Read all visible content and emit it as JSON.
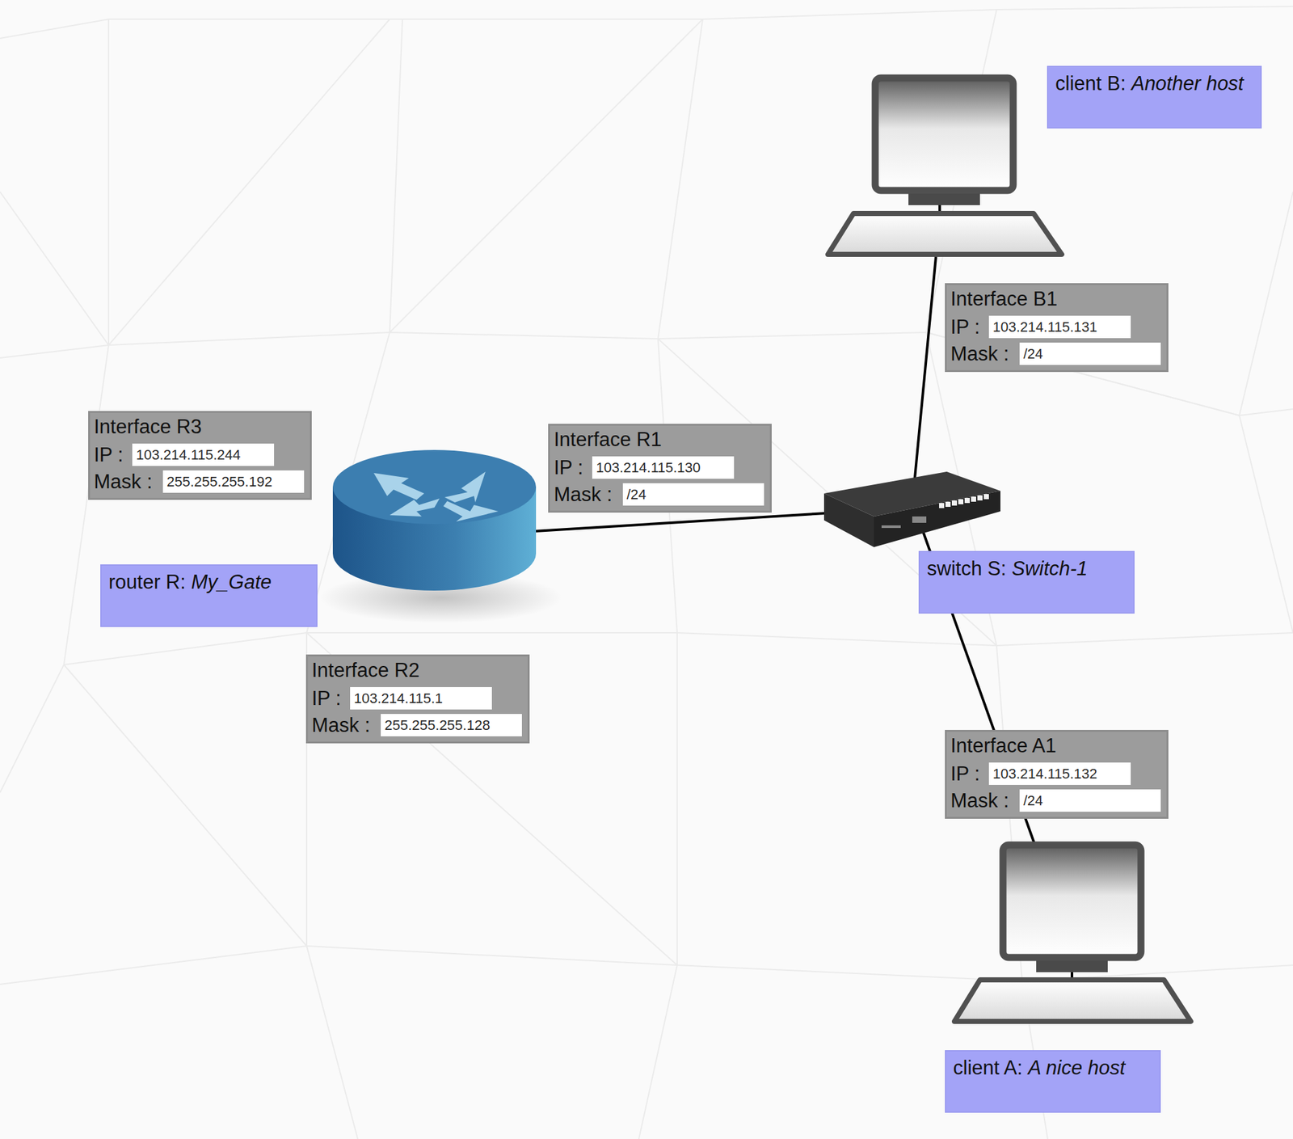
{
  "diagram": {
    "nodes": [
      {
        "text": [
          "client B:",
          "Another host"
        ]
      },
      {
        "text": [
          "Interface B1",
          "IP :",
          "103.214.115.131",
          "Mask :",
          "/24"
        ]
      },
      {
        "text": [
          "Interface R3",
          "IP :",
          "103.214.115.244",
          "Mask :",
          "255.255.255.192"
        ]
      },
      {
        "text": [
          "Interface R1",
          "IP :",
          "103.214.115.130",
          "Mask :",
          "/24"
        ]
      },
      {
        "text": [
          "router R:",
          "My_Gate"
        ]
      },
      {
        "text": [
          "switch S:",
          "Switch-1"
        ]
      },
      {
        "text": [
          "Interface R2",
          "IP :",
          "103.214.115.1",
          "Mask :",
          "255.255.255.128"
        ]
      },
      {
        "text": [
          "Interface A1",
          "IP :",
          "103.214.115.132",
          "Mask :",
          "/24"
        ]
      },
      {
        "text": [
          "client A:",
          "A nice host"
        ]
      }
    ]
  }
}
